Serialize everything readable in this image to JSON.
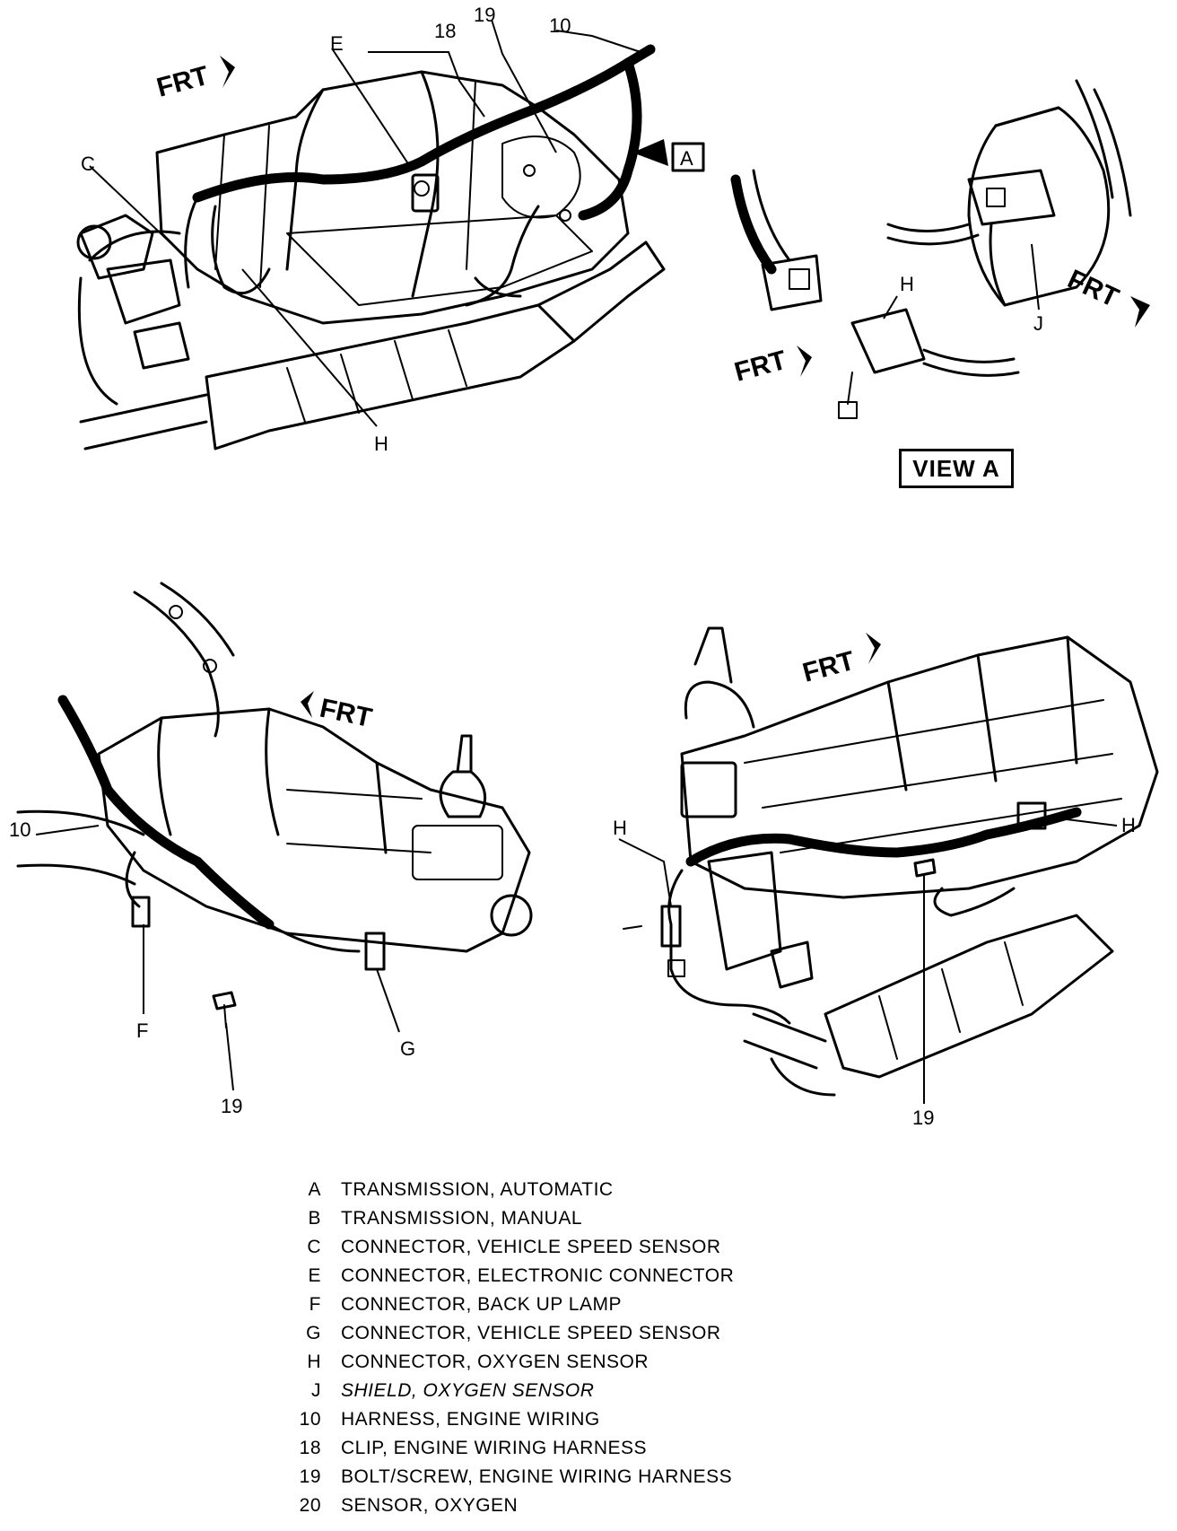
{
  "callouts": {
    "top": {
      "frt": "FRT",
      "e": "E",
      "n18": "18",
      "n19": "19",
      "n10": "10",
      "c": "C",
      "h": "H",
      "a": "A"
    },
    "view_a": {
      "h": "H",
      "j": "J",
      "frt_left": "FRT",
      "frt_right": "FRT",
      "title": "VIEW A"
    },
    "manual": {
      "frt": "FRT",
      "n10": "10",
      "f": "F",
      "g": "G",
      "n19": "19"
    },
    "right": {
      "frt": "FRT",
      "h_left": "H",
      "h_right": "H",
      "n19": "19"
    }
  },
  "legend": [
    {
      "key": "A",
      "text": "TRANSMISSION, AUTOMATIC"
    },
    {
      "key": "B",
      "text": "TRANSMISSION, MANUAL"
    },
    {
      "key": "C",
      "text": "CONNECTOR, VEHICLE SPEED SENSOR"
    },
    {
      "key": "E",
      "text": "CONNECTOR, ELECTRONIC CONNECTOR"
    },
    {
      "key": "F",
      "text": "CONNECTOR, BACK UP LAMP"
    },
    {
      "key": "G",
      "text": "CONNECTOR, VEHICLE SPEED SENSOR"
    },
    {
      "key": "H",
      "text": "CONNECTOR, OXYGEN SENSOR"
    },
    {
      "key": "J",
      "text": "SHIELD, OXYGEN SENSOR"
    },
    {
      "key": "10",
      "text": "HARNESS, ENGINE WIRING"
    },
    {
      "key": "18",
      "text": "CLIP, ENGINE WIRING HARNESS"
    },
    {
      "key": "19",
      "text": "BOLT/SCREW, ENGINE WIRING HARNESS"
    },
    {
      "key": "20",
      "text": "SENSOR, OXYGEN"
    }
  ]
}
